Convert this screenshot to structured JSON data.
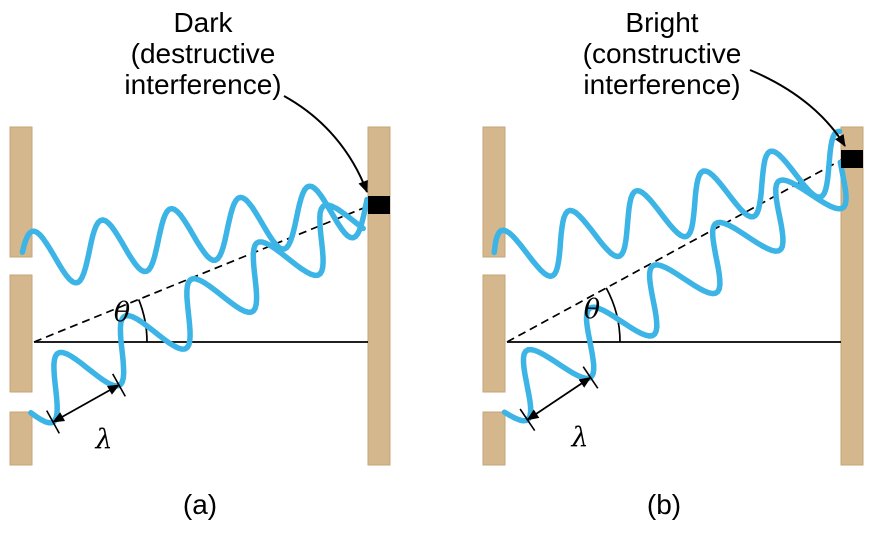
{
  "figure": {
    "panels": [
      {
        "caption": "(a)",
        "annotation": {
          "lines": [
            "Dark",
            "(destructive",
            "interference)"
          ]
        },
        "theta": "θ",
        "lambda": "λ"
      },
      {
        "caption": "(b)",
        "annotation": {
          "lines": [
            "Bright",
            "(constructive",
            "interference)"
          ]
        },
        "theta": "θ",
        "lambda": "λ"
      }
    ],
    "colors": {
      "wave": "#3cb4e5",
      "barrier": "#d4b78c",
      "marker": "#000000",
      "ink": "#000000"
    }
  }
}
